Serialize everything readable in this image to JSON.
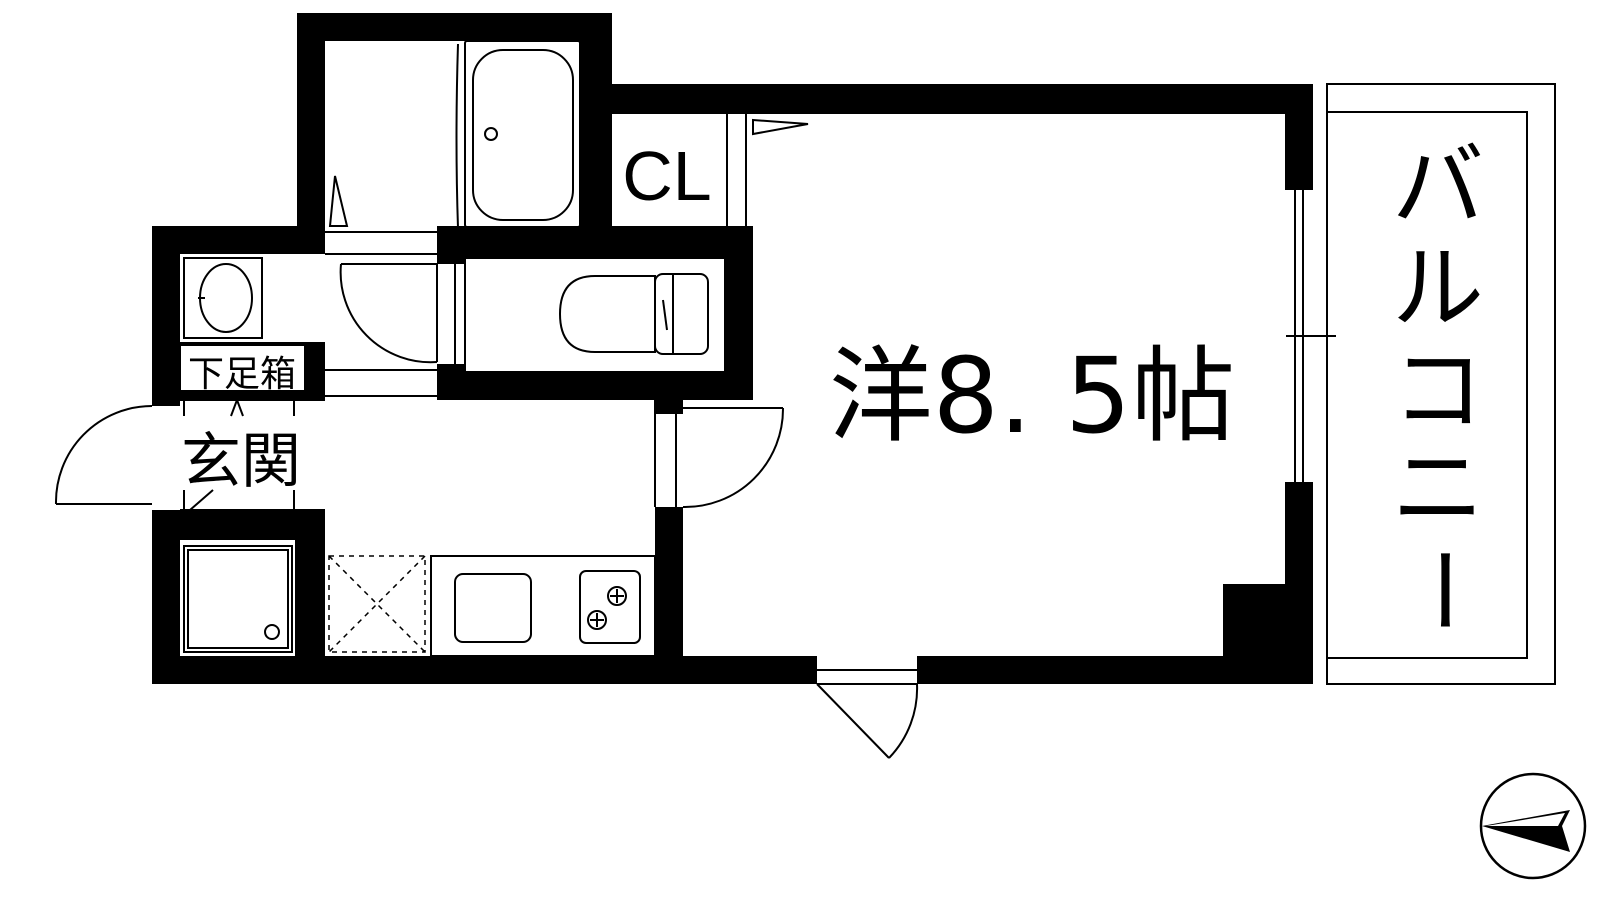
{
  "rooms": {
    "western_room": "洋8. 5帖",
    "closet": "CL",
    "balcony": "バルコニー",
    "entrance": "玄関",
    "shoe_box": "下足箱"
  },
  "icons": [
    "bathtub-icon",
    "toilet-icon",
    "washbasin-icon",
    "sink-icon",
    "gas-stove-icon",
    "washing-machine-pan-icon",
    "north-arrow-icon"
  ]
}
